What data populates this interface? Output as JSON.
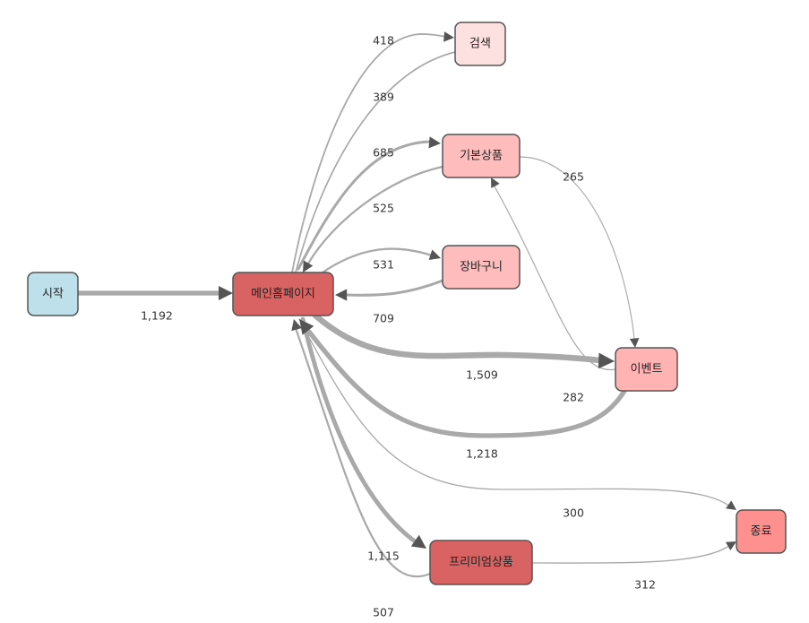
{
  "diagram": {
    "type": "flow-graph",
    "nodes": [
      {
        "id": "start",
        "label": "시작",
        "color": "#bde0ea"
      },
      {
        "id": "main",
        "label": "메인홈페이지",
        "color": "#d96262"
      },
      {
        "id": "search",
        "label": "검색",
        "color": "#fde0e0"
      },
      {
        "id": "basic",
        "label": "기본상품",
        "color": "#ffbcbc"
      },
      {
        "id": "cart",
        "label": "장바구니",
        "color": "#ffbcbc"
      },
      {
        "id": "event",
        "label": "이벤트",
        "color": "#ffb3b3"
      },
      {
        "id": "end",
        "label": "종료",
        "color": "#ff9090"
      },
      {
        "id": "premium",
        "label": "프리미엄상품",
        "color": "#d96262"
      }
    ],
    "edges": [
      {
        "id": "start-main",
        "from": "start",
        "to": "main",
        "value": 1192,
        "label": "1,192"
      },
      {
        "id": "main-search",
        "from": "main",
        "to": "search",
        "value": 418,
        "label": "418"
      },
      {
        "id": "search-main",
        "from": "search",
        "to": "main",
        "value": 389,
        "label": "389"
      },
      {
        "id": "main-basic",
        "from": "main",
        "to": "basic",
        "value": 685,
        "label": "685"
      },
      {
        "id": "basic-main",
        "from": "basic",
        "to": "main",
        "value": 525,
        "label": "525"
      },
      {
        "id": "main-cart",
        "from": "main",
        "to": "cart",
        "value": 531,
        "label": "531"
      },
      {
        "id": "cart-main",
        "from": "cart",
        "to": "main",
        "value": 709,
        "label": "709"
      },
      {
        "id": "main-event",
        "from": "main",
        "to": "event",
        "value": 1509,
        "label": "1,509"
      },
      {
        "id": "event-main",
        "from": "event",
        "to": "main",
        "value": 1218,
        "label": "1,218"
      },
      {
        "id": "basic-event",
        "from": "basic",
        "to": "event",
        "value": 265,
        "label": "265"
      },
      {
        "id": "event-basic",
        "from": "event",
        "to": "basic",
        "value": 282,
        "label": "282"
      },
      {
        "id": "main-end",
        "from": "main",
        "to": "end",
        "value": 300,
        "label": "300"
      },
      {
        "id": "main-premium",
        "from": "main",
        "to": "premium",
        "value": 1115,
        "label": "1,115"
      },
      {
        "id": "premium-main",
        "from": "premium",
        "to": "main",
        "value": 507,
        "label": "507"
      },
      {
        "id": "premium-end",
        "from": "premium",
        "to": "end",
        "value": 312,
        "label": "312"
      }
    ],
    "edge_color": "#a9a9a9",
    "arrow_color": "#555555"
  }
}
